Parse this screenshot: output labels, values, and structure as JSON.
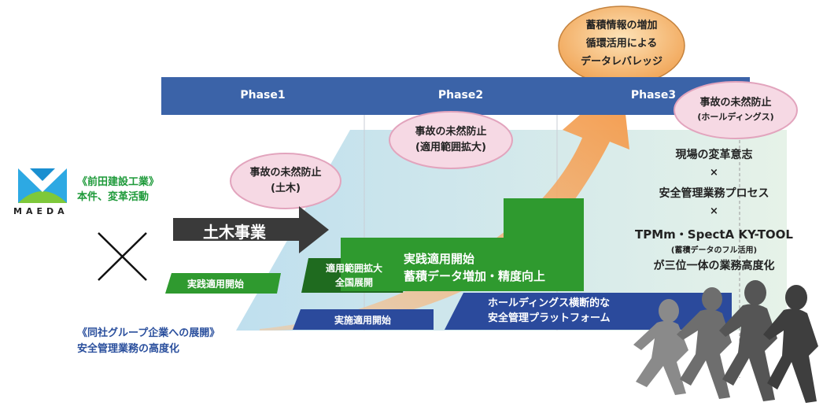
{
  "colors": {
    "phase_bar": "#3b63a8",
    "green": "#2f9a2f",
    "dark_green": "#1f6b1f",
    "navy": "#2b4a9c",
    "orange": "#f3a45c",
    "pink_bubble": "#f6d9e4",
    "bubble_border": "#e2a4bd",
    "dark_arrow": "#3a3a3a",
    "company_text_green": "#1e9a3a",
    "group_text_blue": "#2a4f9d"
  },
  "logo": {
    "text": "MAEDA",
    "icon": "maeda-m-logo"
  },
  "company": {
    "line1": "《前田建設工業》",
    "line2": "本件、変革活動"
  },
  "cross_symbol": "×",
  "group": {
    "line1": "《同社グループ企業への展開》",
    "line2": "安全管理業務の高度化"
  },
  "phases": [
    "Phase1",
    "Phase2",
    "Phase3"
  ],
  "goal": {
    "line1": "蓄積情報の増加",
    "line2": "循環活用による",
    "line3": "データレバレッジ"
  },
  "bubbles": {
    "b1": {
      "line1": "事故の未然防止",
      "line2": "(土木)"
    },
    "b2": {
      "line1": "事故の未然防止",
      "line2": "(適用範囲拡大)"
    },
    "b3": {
      "line1": "事故の未然防止",
      "line2": "(ホールディングス)"
    }
  },
  "doboku_arrow": "土木事業",
  "steps": {
    "s1": "実践適用開始",
    "s2_line1": "適用範囲拡大",
    "s2_line2": "全国展開",
    "s3_line1": "実践適用開始",
    "s3_line2": "蓄積データ増加・精度向上",
    "hd1": "実施適用開始",
    "hd2_line1": "ホールディングス横断的な",
    "hd2_line2": "安全管理プラットフォーム"
  },
  "right_text": {
    "line1": "現場の変革意志",
    "x1": "×",
    "line2": "安全管理業務プロセス",
    "x2": "×",
    "line3": "TPMm・SpectA KY-TOOL",
    "line4": "(蓄積データのフル活用)",
    "line5": "が三位一体の業務高度化"
  },
  "runners_icon": "running-people-silhouette"
}
